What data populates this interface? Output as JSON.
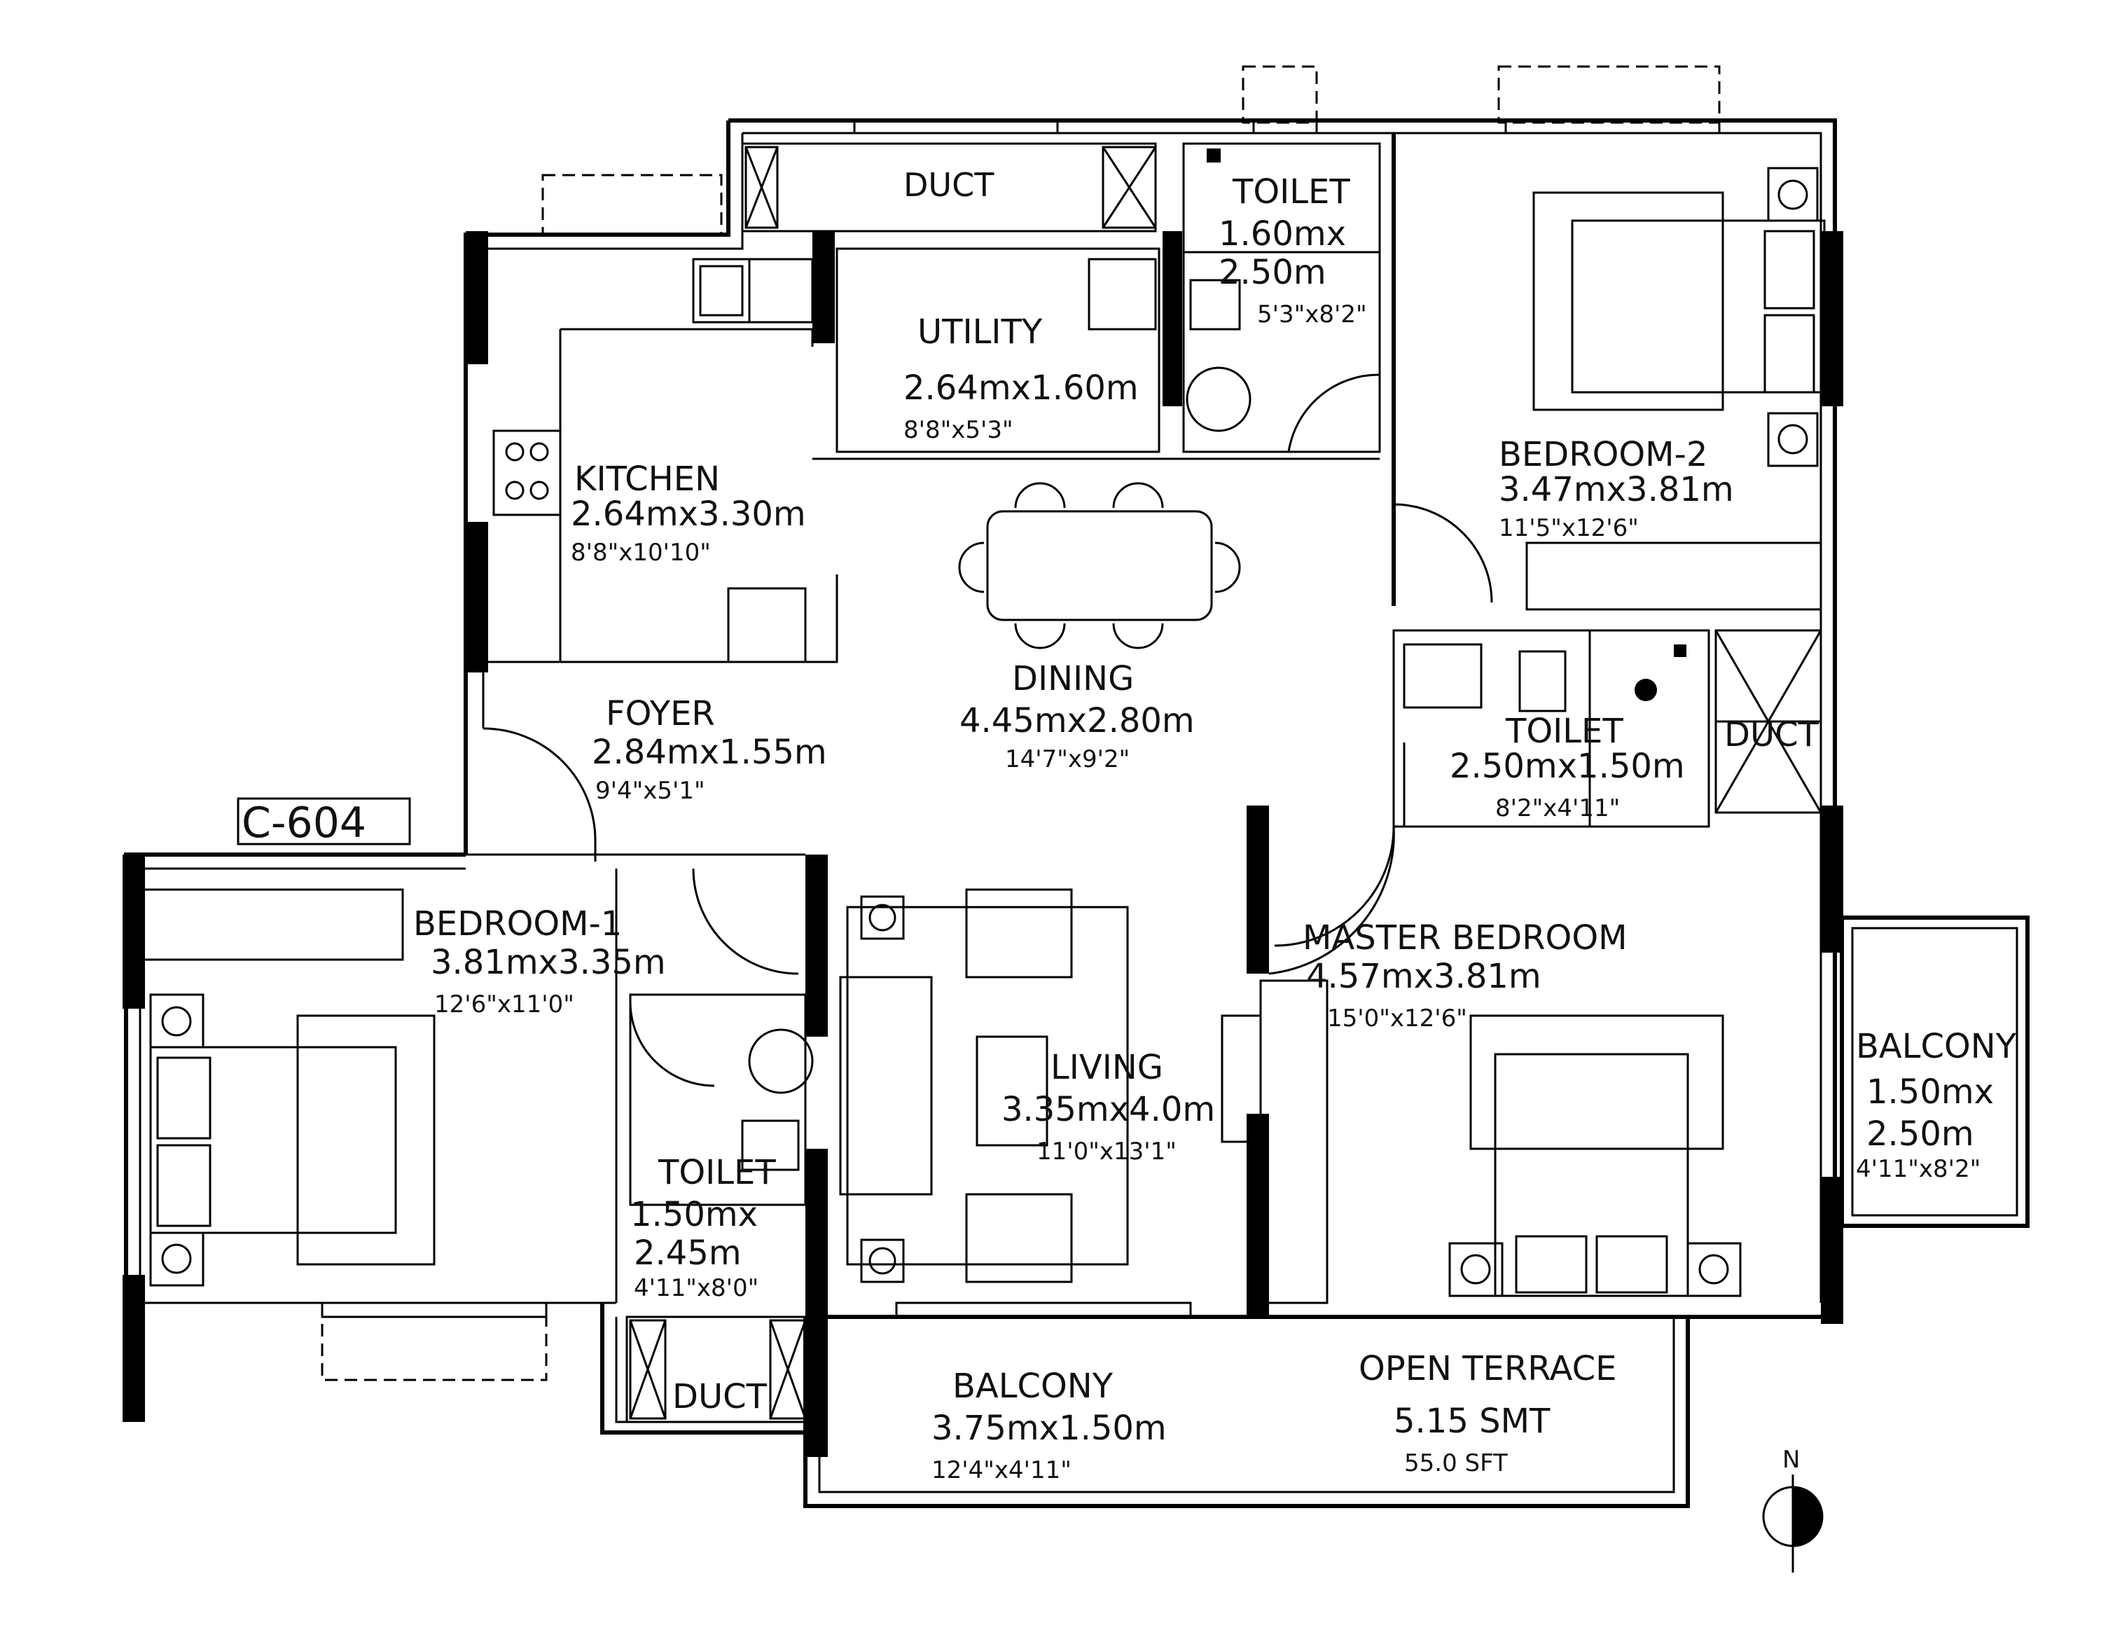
{
  "unit_code": "C-604",
  "north_label": "N",
  "rooms": {
    "duct_top": {
      "name": "DUCT"
    },
    "toilet_top": {
      "name": "TOILET",
      "size_m_1": "1.60mx",
      "size_m_2": "2.50m",
      "size_ft": "5'3\"x8'2\""
    },
    "utility": {
      "name": "UTILITY",
      "size_m": "2.64mx1.60m",
      "size_ft": "8'8\"x5'3\""
    },
    "kitchen": {
      "name": "KITCHEN",
      "size_m": "2.64mx3.30m",
      "size_ft": "8'8\"x10'10\""
    },
    "dining": {
      "name": "DINING",
      "size_m": "4.45mx2.80m",
      "size_ft": "14'7\"x9'2\""
    },
    "foyer": {
      "name": "FOYER",
      "size_m": "2.84mx1.55m",
      "size_ft": "9'4\"x5'1\""
    },
    "bedroom2": {
      "name": "BEDROOM-2",
      "size_m": "3.47mx3.81m",
      "size_ft": "11'5\"x12'6\""
    },
    "toilet_mid": {
      "name": "TOILET",
      "size_m": "2.50mx1.50m",
      "size_ft": "8'2\"x4'11\""
    },
    "duct_mid": {
      "name": "DUCT"
    },
    "bedroom1": {
      "name": "BEDROOM-1",
      "size_m": "3.81mx3.35m",
      "size_ft": "12'6\"x11'0\""
    },
    "toilet_left": {
      "name": "TOILET",
      "size_m_1": "1.50mx",
      "size_m_2": "2.45m",
      "size_ft": "4'11\"x8'0\""
    },
    "living": {
      "name": "LIVING",
      "size_m": "3.35mx4.0m",
      "size_ft": "11'0\"x13'1\""
    },
    "master": {
      "name": "MASTER BEDROOM",
      "size_m": "4.57mx3.81m",
      "size_ft": "15'0\"x12'6\""
    },
    "balcony_right": {
      "name": "BALCONY",
      "size_m_1": "1.50mx",
      "size_m_2": "2.50m",
      "size_ft": "4'11\"x8'2\""
    },
    "duct_bottom": {
      "name": "DUCT"
    },
    "balcony_bottom": {
      "name": "BALCONY",
      "size_m": "3.75mx1.50m",
      "size_ft": "12'4\"x4'11\""
    },
    "terrace": {
      "name": "OPEN TERRACE",
      "area_m": "5.15 SMT",
      "area_ft": "55.0 SFT"
    }
  }
}
